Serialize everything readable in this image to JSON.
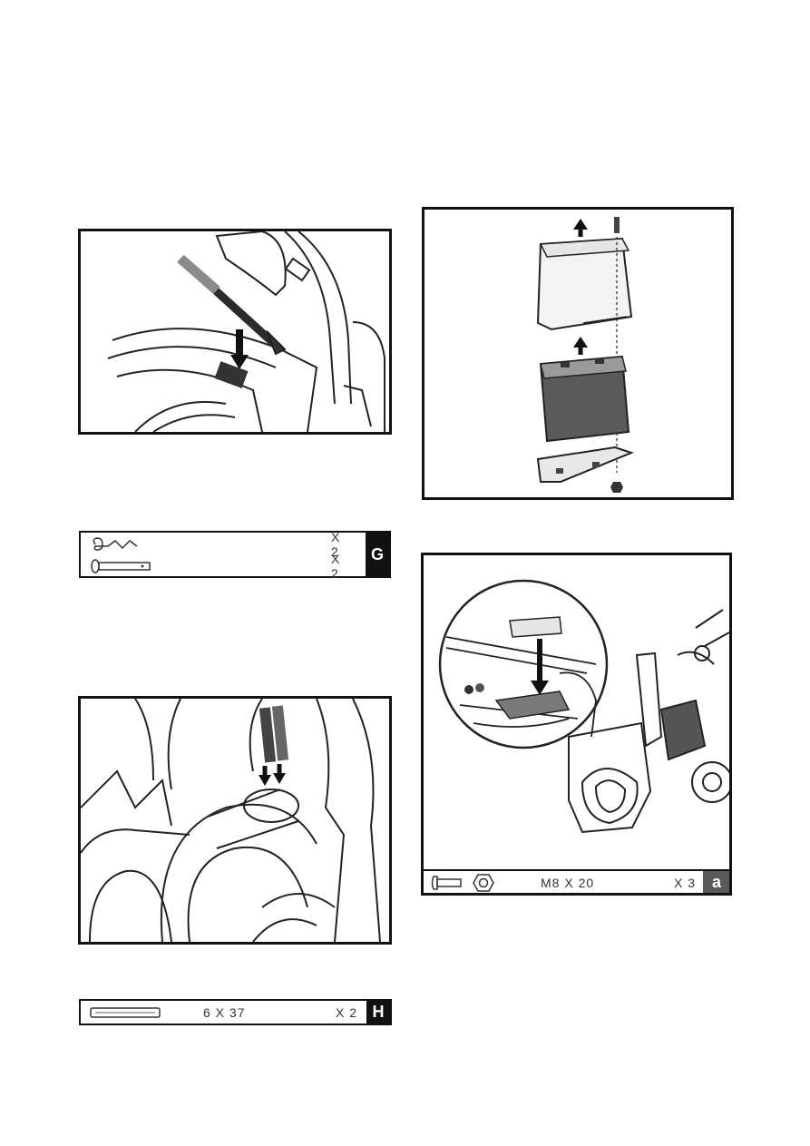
{
  "parts_g": {
    "items": [
      {
        "icon": "hair-pin-clip-icon",
        "qty": "X 2"
      },
      {
        "icon": "clevis-pin-icon",
        "qty": "X 2"
      }
    ],
    "tag": "G"
  },
  "parts_h": {
    "icon": "roll-pin-icon",
    "size": "6 X 37",
    "qty": "X 2",
    "tag": "H"
  },
  "parts_a": {
    "icons": [
      "carriage-bolt-icon",
      "flange-nut-icon"
    ],
    "size": "M8 X 20",
    "qty": "X 3",
    "tag": "a"
  },
  "colors": {
    "border": "#111111",
    "tag_dark": "#111111",
    "tag_grey": "#5a5a5a",
    "line_art": "#222222",
    "shade": "#9a9a9a"
  }
}
